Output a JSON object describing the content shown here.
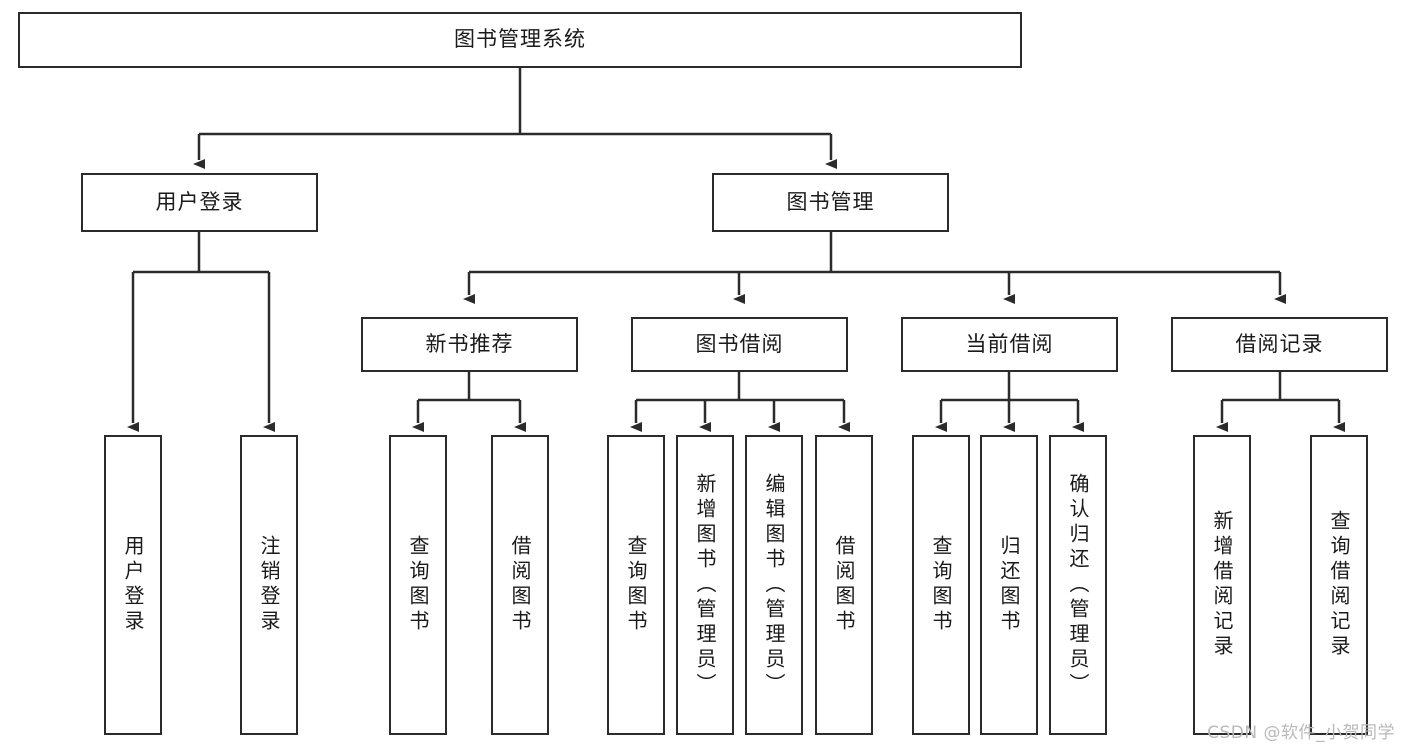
{
  "diagram": {
    "type": "tree",
    "title": "图书管理系统",
    "orientation": "top-down",
    "colors": {
      "box_border": "#2b2b2b",
      "box_fill": "#ffffff",
      "connector": "#2b2b2b",
      "text": "#1a1a1a",
      "watermark": "#b9b9b9",
      "background": "#ffffff"
    },
    "root": {
      "label": "图书管理系统"
    },
    "level2": [
      {
        "label": "用户登录"
      },
      {
        "label": "图书管理"
      }
    ],
    "level3": [
      {
        "label": "新书推荐"
      },
      {
        "label": "图书借阅"
      },
      {
        "label": "当前借阅"
      },
      {
        "label": "借阅记录"
      }
    ],
    "leaves_user_login": [
      {
        "label": "用户登录"
      },
      {
        "label": "注销登录"
      }
    ],
    "leaves_new_book": [
      {
        "label": "查询图书"
      },
      {
        "label": "借阅图书"
      }
    ],
    "leaves_borrow": [
      {
        "label": "查询图书"
      },
      {
        "label": "新增图书（管理员）"
      },
      {
        "label": "编辑图书（管理员）"
      },
      {
        "label": "借阅图书"
      }
    ],
    "leaves_current": [
      {
        "label": "查询图书"
      },
      {
        "label": "归还图书"
      },
      {
        "label": "确认归还（管理员）"
      }
    ],
    "leaves_records": [
      {
        "label": "新增借阅记录"
      },
      {
        "label": "查询借阅记录"
      }
    ]
  },
  "watermark": {
    "text": "CSDN @软件_小贺同学"
  }
}
